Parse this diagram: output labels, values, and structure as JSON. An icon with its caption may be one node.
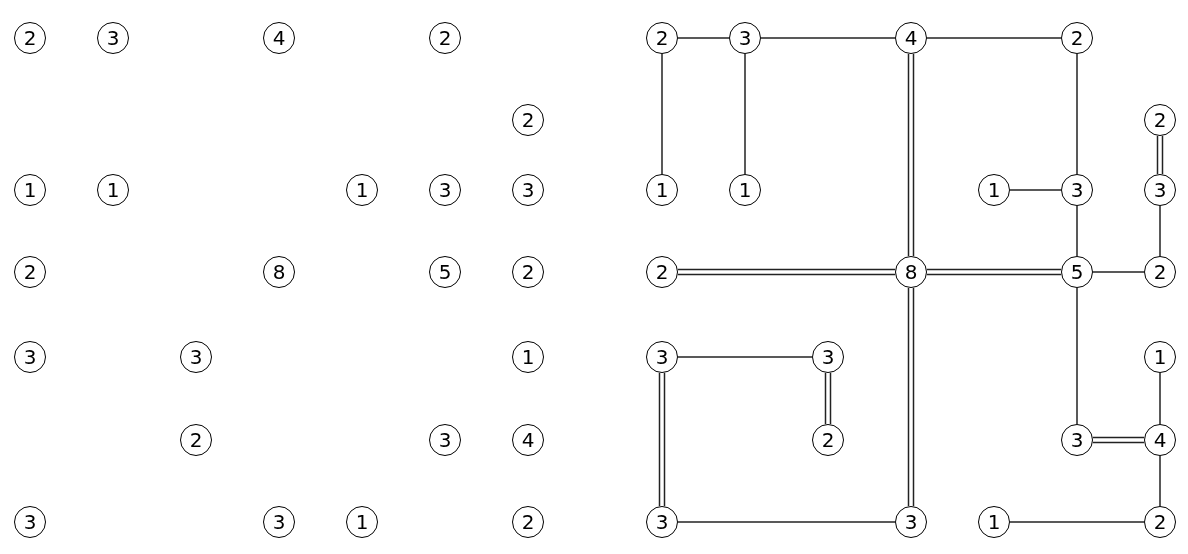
{
  "diagram": {
    "nodes": [
      {
        "text": [
          "2"
        ]
      },
      {
        "text": [
          "3"
        ]
      },
      {
        "text": [
          "4"
        ]
      },
      {
        "text": [
          "2"
        ]
      },
      {
        "text": [
          "2"
        ]
      },
      {
        "text": [
          "1"
        ]
      },
      {
        "text": [
          "1"
        ]
      },
      {
        "text": [
          "1"
        ]
      },
      {
        "text": [
          "3"
        ]
      },
      {
        "text": [
          "3"
        ]
      },
      {
        "text": [
          "2"
        ]
      },
      {
        "text": [
          "8"
        ]
      },
      {
        "text": [
          "5"
        ]
      },
      {
        "text": [
          "2"
        ]
      },
      {
        "text": [
          "3"
        ]
      },
      {
        "text": [
          "3"
        ]
      },
      {
        "text": [
          "1"
        ]
      },
      {
        "text": [
          "2"
        ]
      },
      {
        "text": [
          "3"
        ]
      },
      {
        "text": [
          "4"
        ]
      },
      {
        "text": [
          "3"
        ]
      },
      {
        "text": [
          "3"
        ]
      },
      {
        "text": [
          "1"
        ]
      },
      {
        "text": [
          "2"
        ]
      },
      {
        "text": [
          "2"
        ]
      },
      {
        "text": [
          "3"
        ]
      },
      {
        "text": [
          "4"
        ]
      },
      {
        "text": [
          "2"
        ]
      },
      {
        "text": [
          "2"
        ]
      },
      {
        "text": [
          "1"
        ]
      },
      {
        "text": [
          "1"
        ]
      },
      {
        "text": [
          "1"
        ]
      },
      {
        "text": [
          "3"
        ]
      },
      {
        "text": [
          "3"
        ]
      },
      {
        "text": [
          "2"
        ]
      },
      {
        "text": [
          "8"
        ]
      },
      {
        "text": [
          "5"
        ]
      },
      {
        "text": [
          "2"
        ]
      },
      {
        "text": [
          "3"
        ]
      },
      {
        "text": [
          "3"
        ]
      },
      {
        "text": [
          "1"
        ]
      },
      {
        "text": [
          "2"
        ]
      },
      {
        "text": [
          "3"
        ]
      },
      {
        "text": [
          "4"
        ]
      },
      {
        "text": [
          "3"
        ]
      },
      {
        "text": [
          "3"
        ]
      },
      {
        "text": [
          "1"
        ]
      },
      {
        "text": [
          "2"
        ]
      }
    ],
    "edges": [
      {
        "from": 24,
        "to": 25,
        "arrow": "none"
      },
      {
        "from": 24,
        "to": 29,
        "arrow": "none"
      },
      {
        "from": 25,
        "to": 30,
        "arrow": "none"
      },
      {
        "from": 25,
        "to": 26,
        "arrow": "none"
      },
      {
        "from": 26,
        "to": 27,
        "arrow": "none"
      },
      {
        "from": 26,
        "to": 35,
        "arrow": "none"
      },
      {
        "from": 26,
        "to": 35,
        "arrow": "none"
      },
      {
        "from": 27,
        "to": 32,
        "arrow": "none"
      },
      {
        "from": 28,
        "to": 33,
        "arrow": "none"
      },
      {
        "from": 28,
        "to": 33,
        "arrow": "none"
      },
      {
        "from": 31,
        "to": 32,
        "arrow": "none"
      },
      {
        "from": 32,
        "to": 36,
        "arrow": "none"
      },
      {
        "from": 33,
        "to": 37,
        "arrow": "none"
      },
      {
        "from": 34,
        "to": 35,
        "arrow": "none"
      },
      {
        "from": 34,
        "to": 35,
        "arrow": "none"
      },
      {
        "from": 35,
        "to": 36,
        "arrow": "none"
      },
      {
        "from": 35,
        "to": 36,
        "arrow": "none"
      },
      {
        "from": 36,
        "to": 37,
        "arrow": "none"
      },
      {
        "from": 35,
        "to": 45,
        "arrow": "none"
      },
      {
        "from": 35,
        "to": 45,
        "arrow": "none"
      },
      {
        "from": 36,
        "to": 42,
        "arrow": "none"
      },
      {
        "from": 38,
        "to": 39,
        "arrow": "none"
      },
      {
        "from": 38,
        "to": 44,
        "arrow": "none"
      },
      {
        "from": 38,
        "to": 44,
        "arrow": "none"
      },
      {
        "from": 39,
        "to": 41,
        "arrow": "none"
      },
      {
        "from": 39,
        "to": 41,
        "arrow": "none"
      },
      {
        "from": 40,
        "to": 43,
        "arrow": "none"
      },
      {
        "from": 42,
        "to": 43,
        "arrow": "none"
      },
      {
        "from": 42,
        "to": 43,
        "arrow": "none"
      },
      {
        "from": 43,
        "to": 47,
        "arrow": "none"
      },
      {
        "from": 44,
        "to": 45,
        "arrow": "none"
      },
      {
        "from": 46,
        "to": 47,
        "arrow": "none"
      }
    ]
  }
}
